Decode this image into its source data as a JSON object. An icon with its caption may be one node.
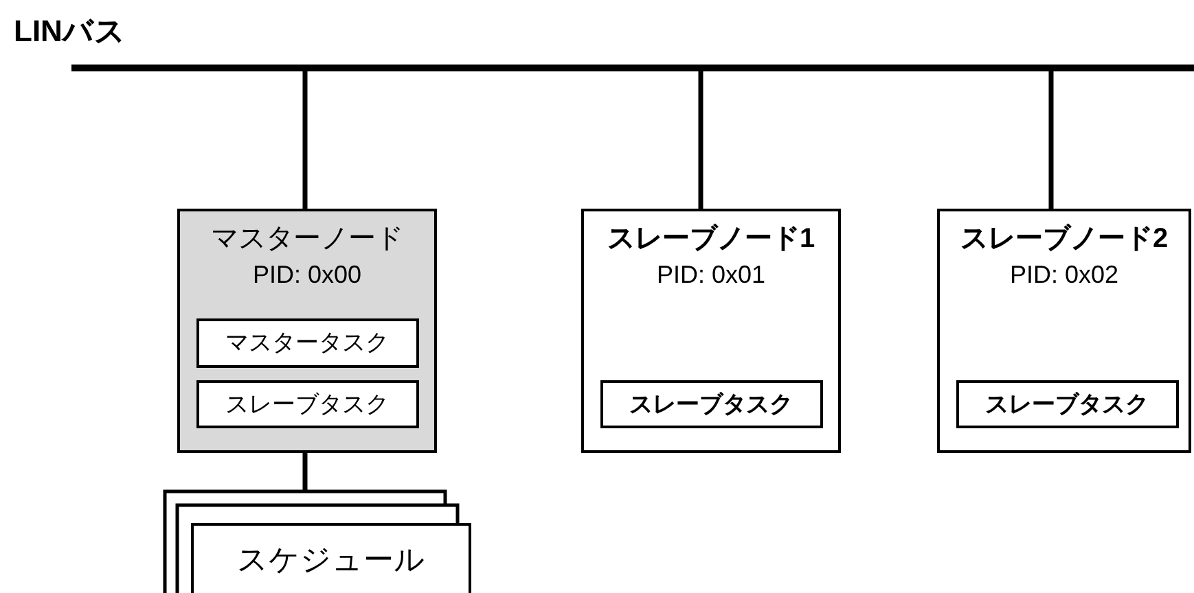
{
  "diagram": {
    "nodes": [
      {
        "text": [
          "LINバス"
        ]
      },
      {
        "text": [
          "マスターノード",
          "PID: 0x00"
        ]
      },
      {
        "text": [
          "マスタータスク"
        ],
        "in": 1
      },
      {
        "text": [
          "スレーブタスク"
        ],
        "in": 1
      },
      {
        "text": [
          "スレーブノード1",
          "PID: 0x01"
        ]
      },
      {
        "text": [
          "スレーブタスク"
        ],
        "in": 4
      },
      {
        "text": [
          "スレーブノード2",
          "PID: 0x02"
        ]
      },
      {
        "text": [
          "スレーブタスク"
        ],
        "in": 6
      },
      {
        "text": [
          "スケジュール"
        ]
      }
    ],
    "edges": [
      {
        "from": 0,
        "to": 1,
        "arrow": "none"
      },
      {
        "from": 0,
        "to": 4,
        "arrow": "none"
      },
      {
        "from": 0,
        "to": 6,
        "arrow": "none"
      },
      {
        "from": 1,
        "to": 8,
        "arrow": "none"
      }
    ]
  }
}
